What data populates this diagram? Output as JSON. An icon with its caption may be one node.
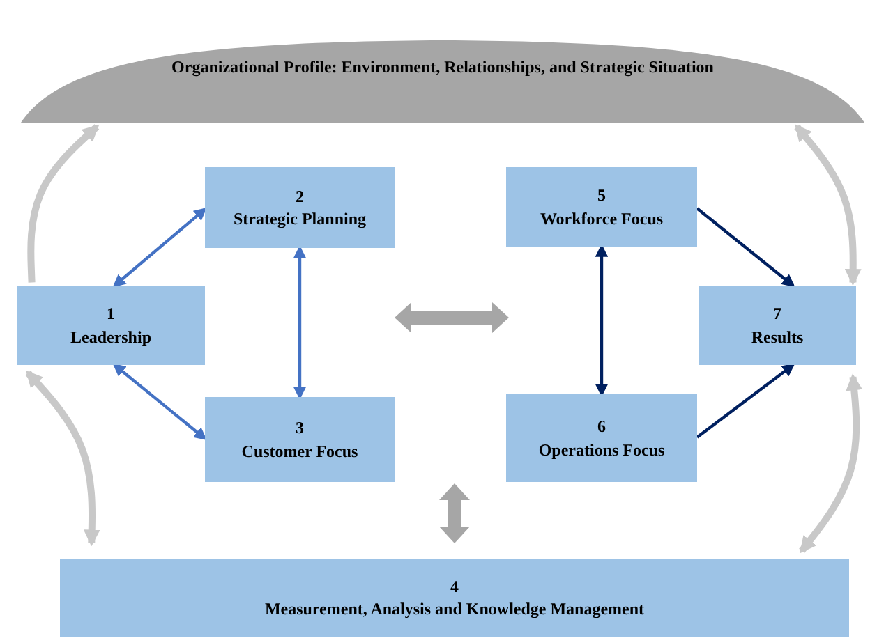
{
  "diagram": {
    "nodes": [
      {
        "text": [
          "Organizational Profile: Environment, Relationships, and Strategic Situation"
        ]
      },
      {
        "text": [
          "1",
          "Leadership"
        ]
      },
      {
        "text": [
          "2",
          "Strategic Planning"
        ]
      },
      {
        "text": [
          "3",
          "Customer Focus"
        ]
      },
      {
        "text": [
          "5",
          "Workforce Focus"
        ]
      },
      {
        "text": [
          "6",
          "Operations Focus"
        ]
      },
      {
        "text": [
          "7",
          "Results"
        ]
      },
      {
        "text": [
          "4",
          "Measurement, Analysis and Knowledge Management"
        ]
      }
    ],
    "edges": [
      {
        "from": 1,
        "to": 2,
        "arrow": "both",
        "color": "#4472c4"
      },
      {
        "from": 2,
        "to": 3,
        "arrow": "both",
        "color": "#4472c4"
      },
      {
        "from": 1,
        "to": 3,
        "arrow": "both",
        "color": "#4472c4"
      },
      {
        "from": 4,
        "to": 5,
        "arrow": "both",
        "color": "#002060"
      },
      {
        "from": 4,
        "to": 6,
        "arrow": "to",
        "color": "#002060"
      },
      {
        "from": 5,
        "to": 6,
        "arrow": "to",
        "color": "#002060"
      },
      {
        "from": 1,
        "to": 0,
        "arrow": "to",
        "style": "thick",
        "color": "#c8c8c8"
      },
      {
        "from": 0,
        "to": 6,
        "arrow": "both",
        "style": "thick",
        "color": "#c8c8c8"
      },
      {
        "from": 1,
        "to": 7,
        "arrow": "both",
        "style": "thick",
        "color": "#c8c8c8"
      },
      {
        "from": 6,
        "to": 7,
        "arrow": "both",
        "style": "thick",
        "color": "#c8c8c8"
      }
    ]
  }
}
